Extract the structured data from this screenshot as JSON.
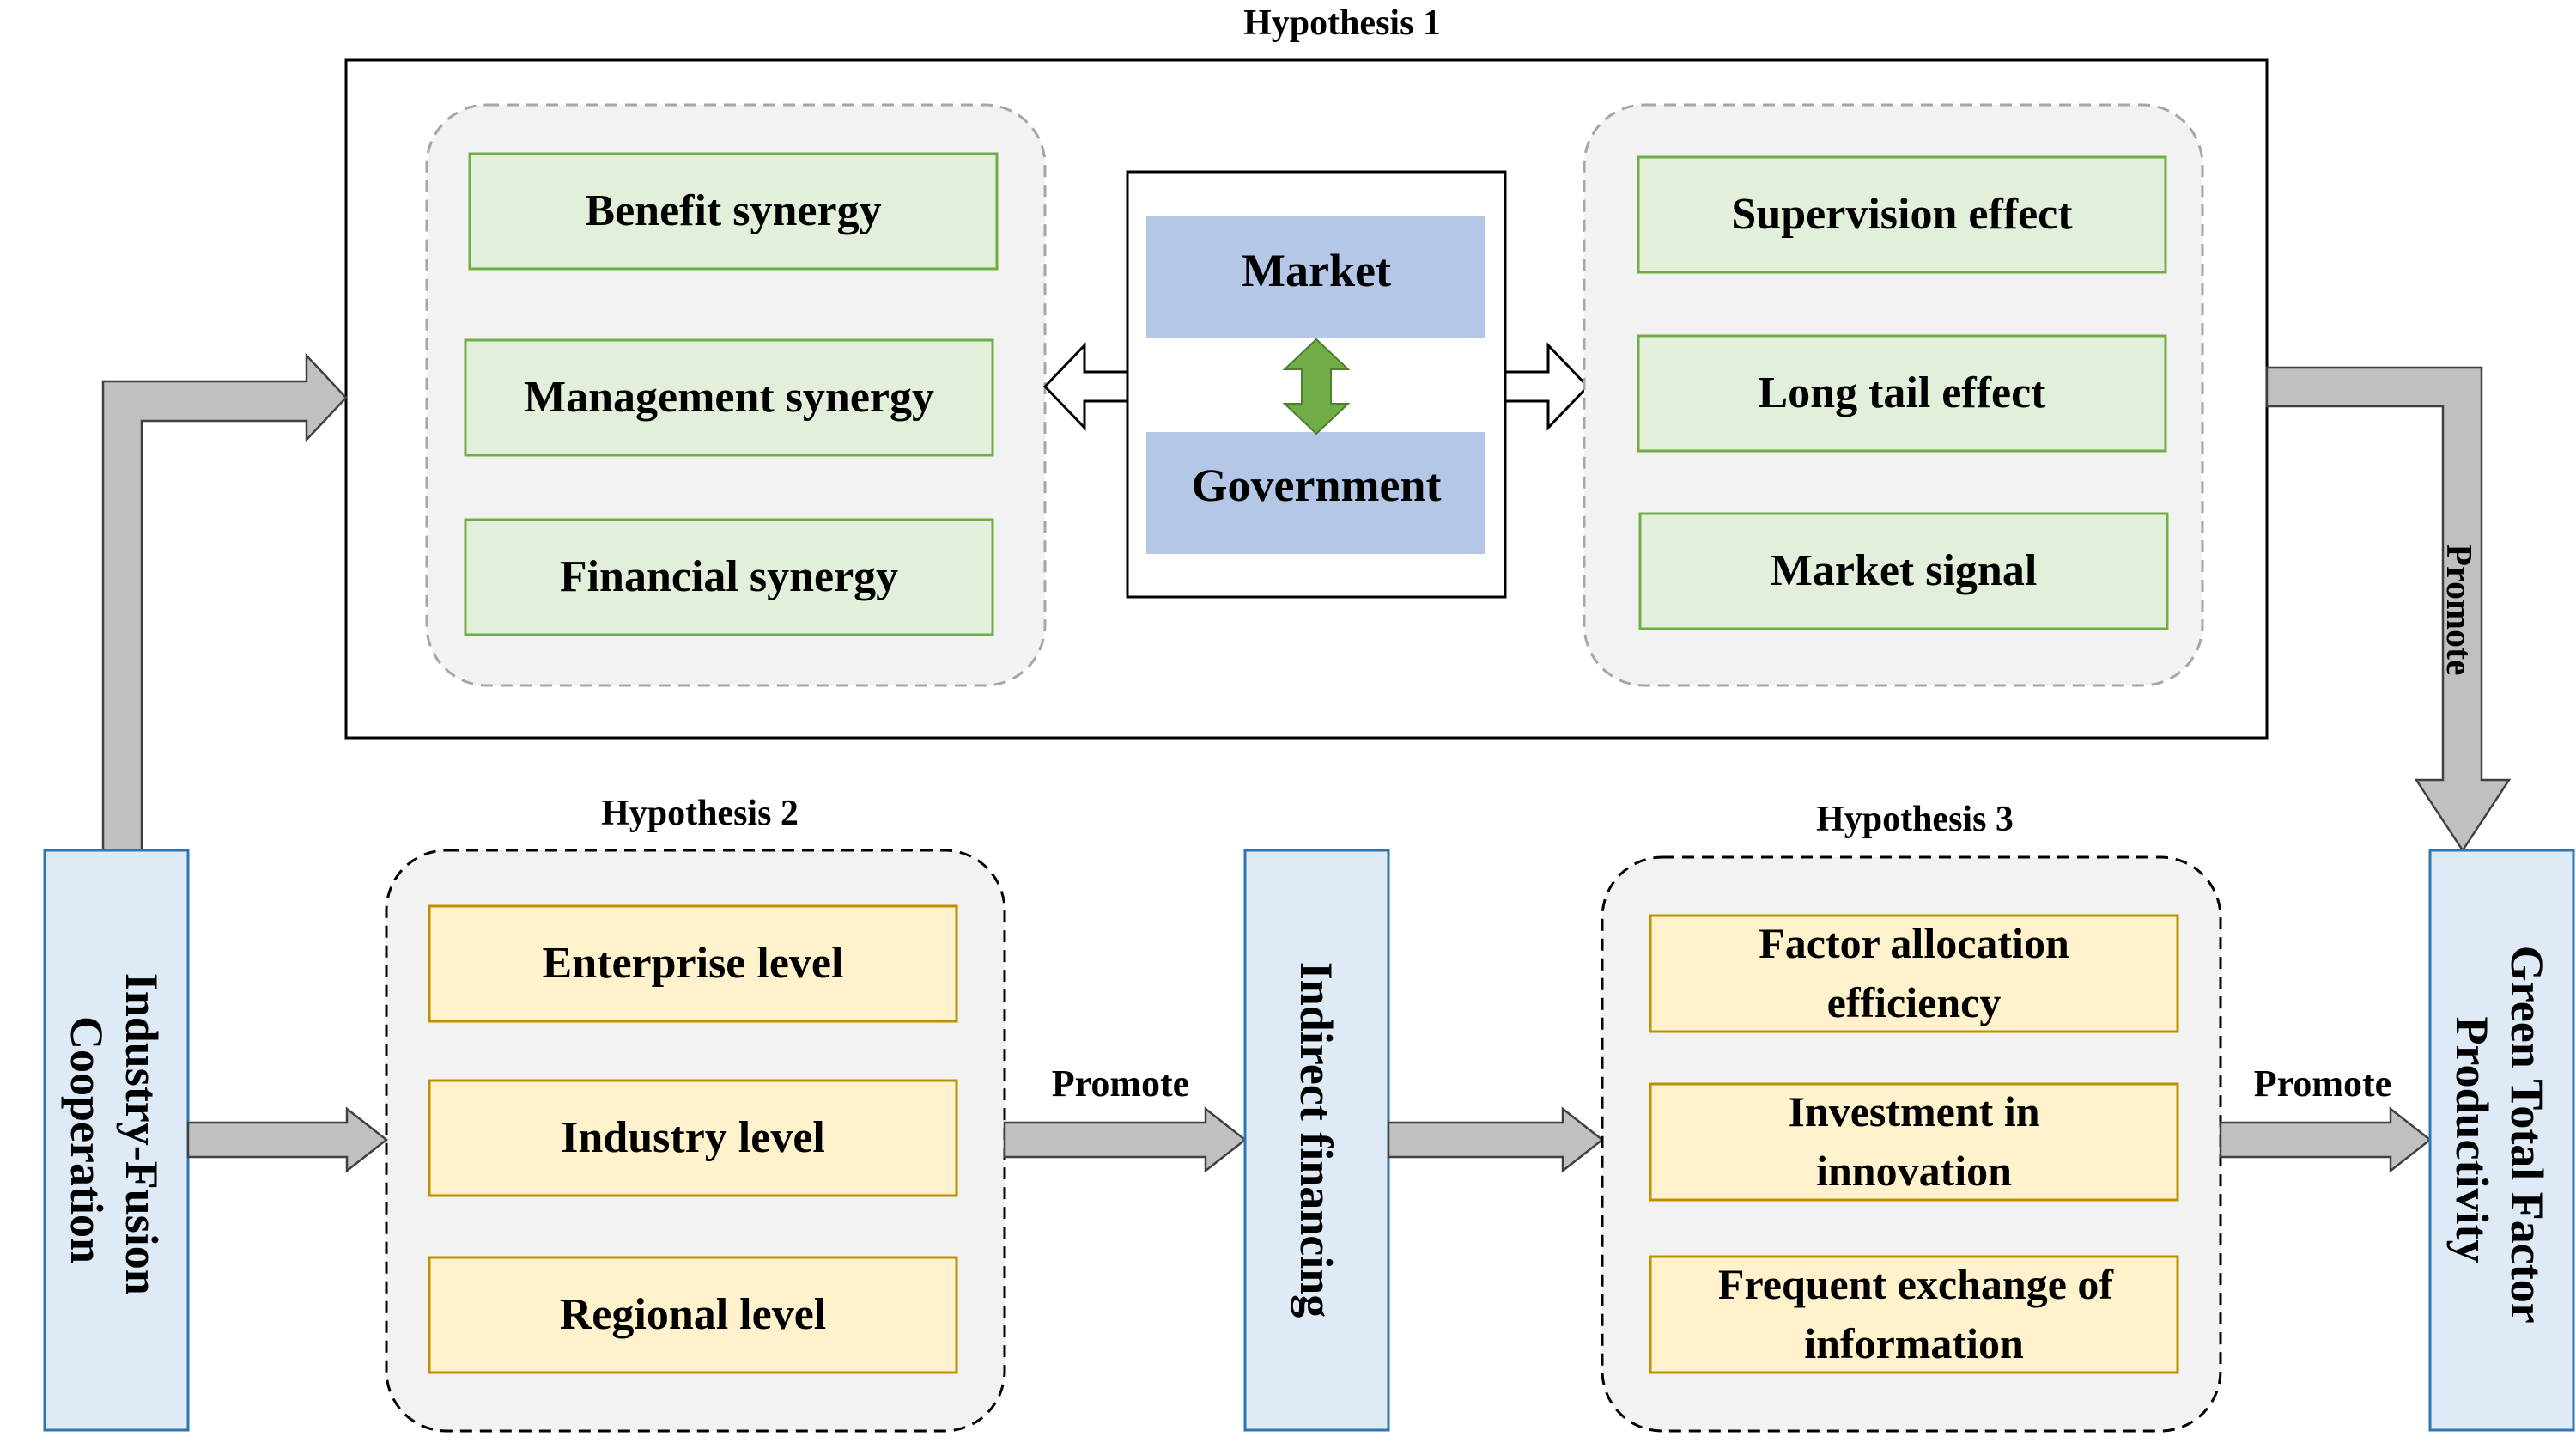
{
  "hypotheses": {
    "h1": "Hypothesis 1",
    "h2": "Hypothesis 2",
    "h3": "Hypothesis 3"
  },
  "h1_left": [
    "Benefit synergy",
    "Management synergy",
    "Financial synergy"
  ],
  "h1_center": {
    "top": "Market",
    "bottom": "Government"
  },
  "h1_right": [
    "Supervision effect",
    "Long tail effect",
    "Market signal"
  ],
  "h2_items": [
    "Enterprise level",
    "Industry level",
    "Regional level"
  ],
  "h3_items": [
    [
      "Factor allocation",
      "efficiency"
    ],
    [
      "Investment in",
      "innovation"
    ],
    [
      "Frequent exchange of",
      "information"
    ]
  ],
  "nodes": {
    "source": [
      "Industry-Fusion",
      "Cooperation"
    ],
    "middle": "Indirect financing",
    "target": [
      "Green Total Factor",
      "Productivity"
    ]
  },
  "arrow_labels": {
    "right_vertical": "Promote",
    "to_indirect": "Promote",
    "to_target": "Promote"
  },
  "colors": {
    "green_fill": "#e2efda",
    "green_border": "#70ad47",
    "yellow_fill": "#fff2cc",
    "yellow_border": "#bf9000",
    "blue_fill": "#b4c7e7",
    "node_fill": "#deebf7",
    "node_border": "#2e75b6",
    "panel_fill": "#f2f2f2",
    "arrow_fill": "#c0c0c0",
    "double_arrow": "#70ad47"
  }
}
